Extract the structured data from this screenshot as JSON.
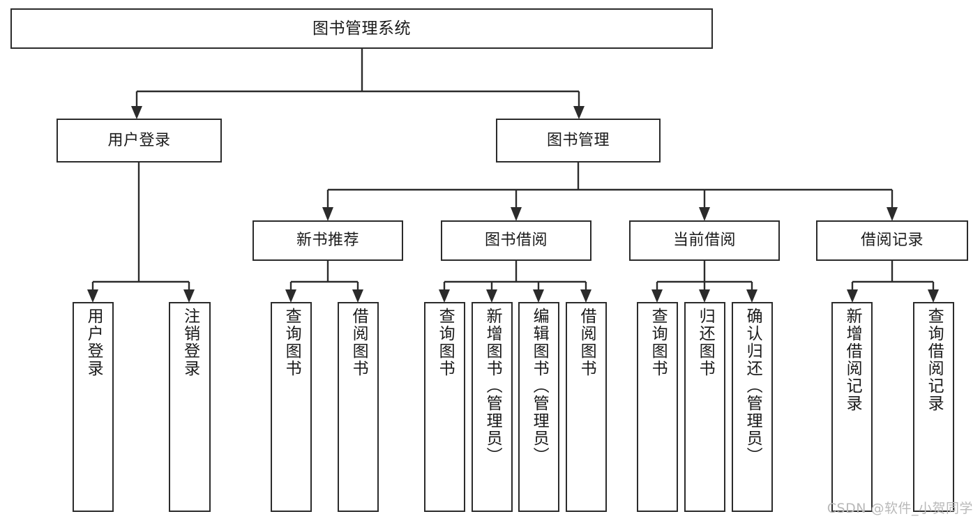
{
  "diagram": {
    "title": "图书管理系统",
    "type": "tree",
    "watermark": "CSDN @软件_小贺同学",
    "colors": {
      "stroke": "#2b2b2b",
      "fill": "#ffffff",
      "text": "#1a1a1a",
      "watermark": "#b9b9b9"
    },
    "root": {
      "label": "图书管理系统"
    },
    "level1": [
      {
        "label": "用户登录"
      },
      {
        "label": "图书管理"
      }
    ],
    "level2": [
      {
        "label": "新书推荐"
      },
      {
        "label": "图书借阅"
      },
      {
        "label": "当前借阅"
      },
      {
        "label": "借阅记录"
      }
    ],
    "leaves": {
      "user_login": [
        {
          "label": "用户登录"
        },
        {
          "label": "注销登录"
        }
      ],
      "new_book_recommend": [
        {
          "label": "查询图书"
        },
        {
          "label": "借阅图书"
        }
      ],
      "book_borrow": [
        {
          "label": "查询图书"
        },
        {
          "label": "新增图书（管理员）"
        },
        {
          "label": "编辑图书（管理员）"
        },
        {
          "label": "借阅图书"
        }
      ],
      "current_borrow": [
        {
          "label": "查询图书"
        },
        {
          "label": "归还图书"
        },
        {
          "label": "确认归还（管理员）"
        }
      ],
      "borrow_records": [
        {
          "label": "新增借阅记录"
        },
        {
          "label": "查询借阅记录"
        }
      ]
    }
  }
}
